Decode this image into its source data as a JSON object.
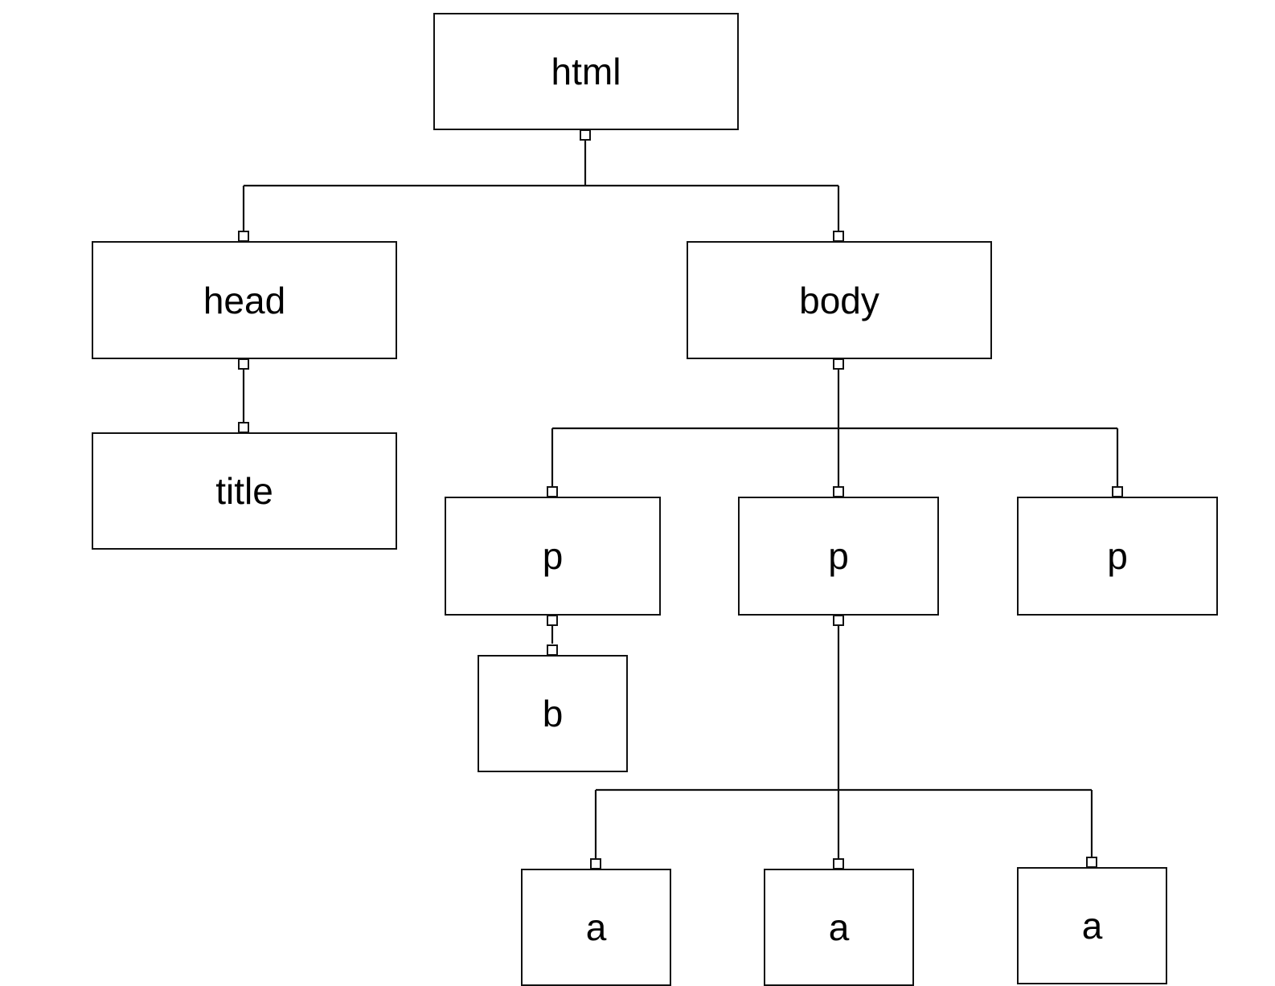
{
  "nodes": {
    "html": "html",
    "head": "head",
    "body": "body",
    "title": "title",
    "p1": "p",
    "p2": "p",
    "p3": "p",
    "b": "b",
    "a1": "a",
    "a2": "a",
    "a3": "a"
  },
  "tree": [
    {
      "parent": "html",
      "children": [
        "head",
        "body"
      ]
    },
    {
      "parent": "head",
      "children": [
        "title"
      ]
    },
    {
      "parent": "body",
      "children": [
        "p1",
        "p2",
        "p3"
      ]
    },
    {
      "parent": "p1",
      "children": [
        "b"
      ]
    },
    {
      "parent": "p2",
      "children": [
        "a1",
        "a2",
        "a3"
      ]
    }
  ],
  "colors": {
    "stroke": "#111111",
    "background": "#ffffff",
    "text": "#000000"
  }
}
